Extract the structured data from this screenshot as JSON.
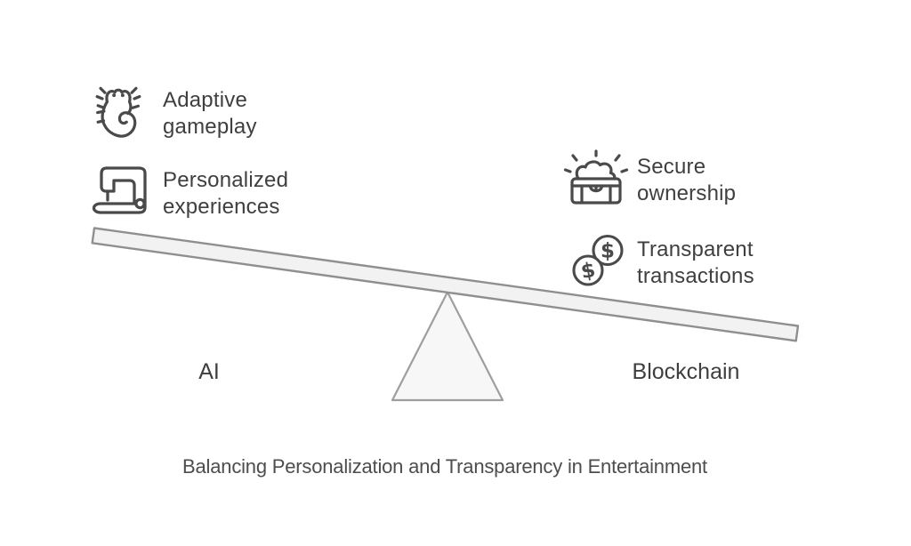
{
  "diagram_title": "Balancing Personalization and Transparency in Entertainment",
  "seesaw": {
    "tilt_description": "left side up, right side down",
    "left": {
      "side_label": "AI",
      "items": [
        {
          "icon": "axolotl-icon",
          "line1": "Adaptive",
          "line2": "gameplay"
        },
        {
          "icon": "sewing-machine-icon",
          "line1": "Personalized",
          "line2": "experiences"
        }
      ]
    },
    "right": {
      "side_label": "Blockchain",
      "items": [
        {
          "icon": "treasure-chest-icon",
          "line1": "Secure",
          "line2": "ownership"
        },
        {
          "icon": "coins-icon",
          "line1": "Transparent",
          "line2": "transactions"
        }
      ]
    }
  },
  "colors": {
    "background": "#ffffff",
    "label_text": "#3f3f3f",
    "title_text": "#4d4d4d",
    "icon_stroke": "#4a4a4a",
    "beam_fill": "#f2f2f2",
    "beam_stroke": "#8f8f8f",
    "triangle_fill": "#f7f7f7",
    "triangle_stroke": "#9e9e9e"
  }
}
